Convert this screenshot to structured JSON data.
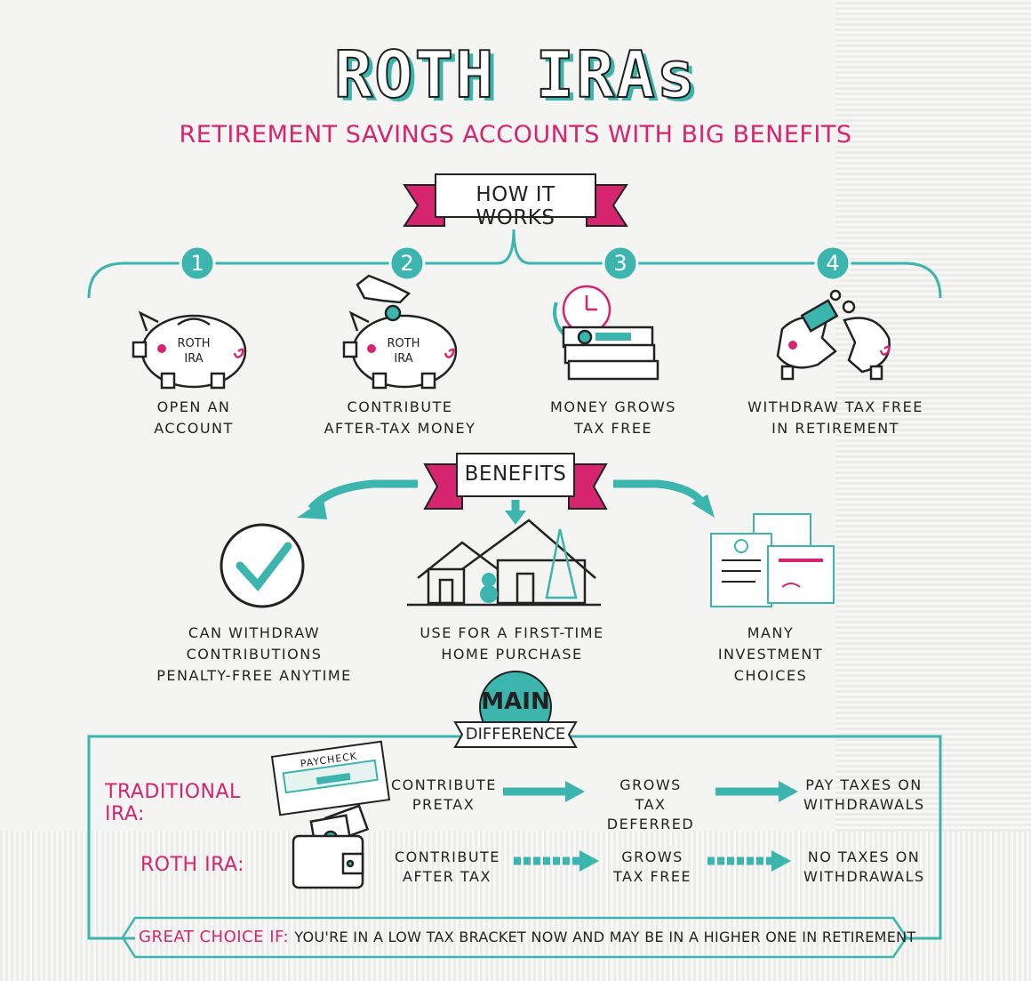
{
  "title": "ROTH IRAs",
  "subtitle": "RETIREMENT SAVINGS ACCOUNTS WITH BIG BENEFITS",
  "how_it_works": {
    "label": "HOW IT WORKS",
    "steps": [
      {
        "number": "1",
        "line1": "OPEN AN",
        "line2": "ACCOUNT",
        "icon": "piggy-bank-icon",
        "piggy_text1": "ROTH",
        "piggy_text2": "IRA"
      },
      {
        "number": "2",
        "line1": "CONTRIBUTE",
        "line2": "AFTER-TAX MONEY",
        "icon": "hand-coin-piggy-icon",
        "piggy_text1": "ROTH",
        "piggy_text2": "IRA"
      },
      {
        "number": "3",
        "line1": "MONEY GROWS",
        "line2": "TAX FREE",
        "icon": "clock-money-stack-icon"
      },
      {
        "number": "4",
        "line1": "WITHDRAW TAX FREE",
        "line2": "IN RETIREMENT",
        "icon": "broken-piggy-icon"
      }
    ]
  },
  "benefits": {
    "label": "BENEFITS",
    "items": [
      {
        "line1": "CAN WITHDRAW CONTRIBUTIONS",
        "line2": "PENALTY-FREE ANYTIME",
        "icon": "checkmark-icon"
      },
      {
        "line1": "USE FOR A FIRST-TIME",
        "line2": "HOME PURCHASE",
        "icon": "house-icon"
      },
      {
        "line1": "MANY INVESTMENT",
        "line2": "CHOICES",
        "icon": "certificates-icon"
      }
    ]
  },
  "main_difference": {
    "badge_top": "MAIN",
    "badge_bottom": "DIFFERENCE",
    "paycheck_label": "PAYCHECK",
    "rows": [
      {
        "label": "TRADITIONAL IRA:",
        "s1a": "CONTRIBUTE",
        "s1b": "PRETAX",
        "s2a": "GROWS",
        "s2b": "TAX DEFERRED",
        "s3a": "PAY TAXES ON",
        "s3b": "WITHDRAWALS"
      },
      {
        "label": "ROTH IRA:",
        "s1a": "CONTRIBUTE",
        "s1b": "AFTER TAX",
        "s2a": "GROWS",
        "s2b": "TAX FREE",
        "s3a": "NO  TAXES ON",
        "s3b": "WITHDRAWALS"
      }
    ],
    "great_choice_label": "GREAT CHOICE IF:",
    "great_choice_text": "YOU'RE IN A LOW TAX BRACKET NOW AND MAY BE IN A HIGHER ONE IN RETIREMENT"
  },
  "colors": {
    "teal": "#3bb5ad",
    "pink": "#d6246e",
    "ink": "#222222",
    "paper": "#f4f4f2"
  }
}
